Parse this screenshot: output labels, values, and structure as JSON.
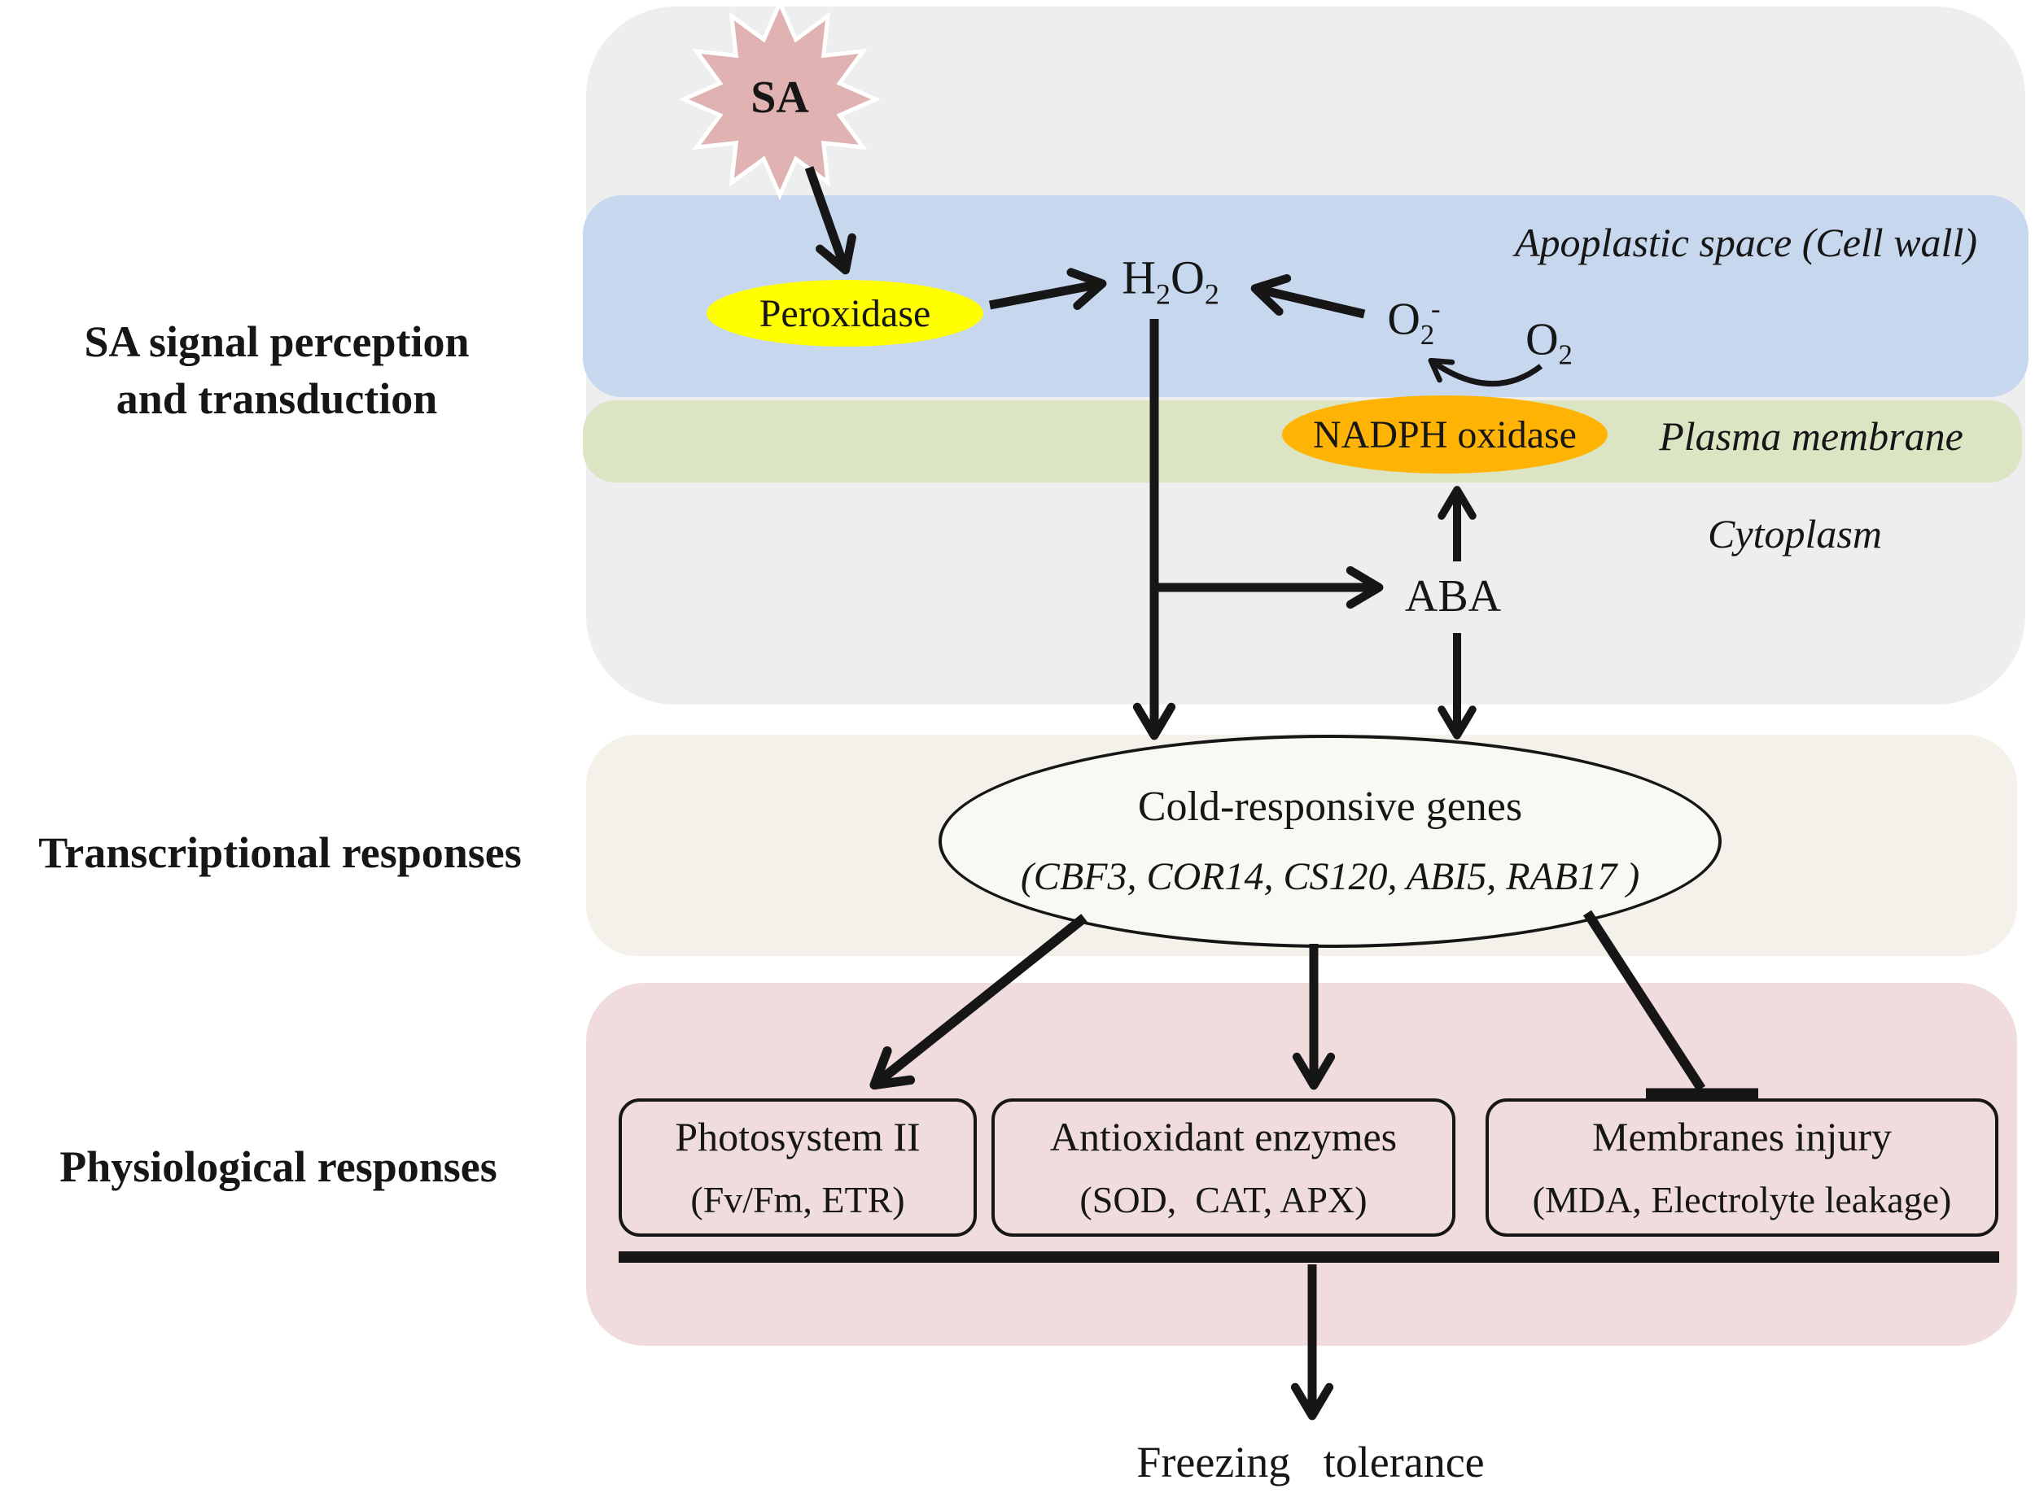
{
  "colors": {
    "ink": "#161616",
    "outer_box": "#efeeef",
    "apoplast_band": "#c7d7ee",
    "membrane_band": "#dbe5c4",
    "transcription_band": "#f4f1eb",
    "physiology_band": "#f0dcdc",
    "sa_burst": "#e0b2b2",
    "sa_burst_outline": "#ffffff",
    "peroxidase_fill": "#ffff00",
    "nadph_fill": "#ffb405",
    "genes_ellipse_fill": "#faf8f2"
  },
  "section_labels": {
    "signal_line1": "SA signal perception",
    "signal_line2": "and transduction",
    "transcriptional": "Transcriptional responses",
    "physiological": "Physiological responses"
  },
  "compartments": {
    "apoplast": "Apoplastic space (Cell wall)",
    "plasma_membrane": "Plasma membrane",
    "cytoplasm": "Cytoplasm"
  },
  "nodes": {
    "sa": "SA",
    "peroxidase": "Peroxidase",
    "nadph_oxidase": "NADPH oxidase",
    "aba": "ABA",
    "h2o2": {
      "p1": "H",
      "s1": "2",
      "p2": "O",
      "s2": "2"
    },
    "superoxide": {
      "p1": "O",
      "s1": "2",
      "sup": "-"
    },
    "oxygen": {
      "p1": "O",
      "s1": "2"
    }
  },
  "genes_ellipse": {
    "title": "Cold-responsive genes",
    "genes": "(CBF3, COR14, CS120, ABI5, RAB17 )"
  },
  "response_boxes": [
    {
      "title": "Photosystem II",
      "detail": "(Fv/Fm, ETR)"
    },
    {
      "title": "Antioxidant enzymes",
      "detail": "(SOD,  CAT, APX)"
    },
    {
      "title": "Membranes injury",
      "detail": "(MDA, Electrolyte leakage)"
    }
  ],
  "outcome": "Freezing   tolerance"
}
